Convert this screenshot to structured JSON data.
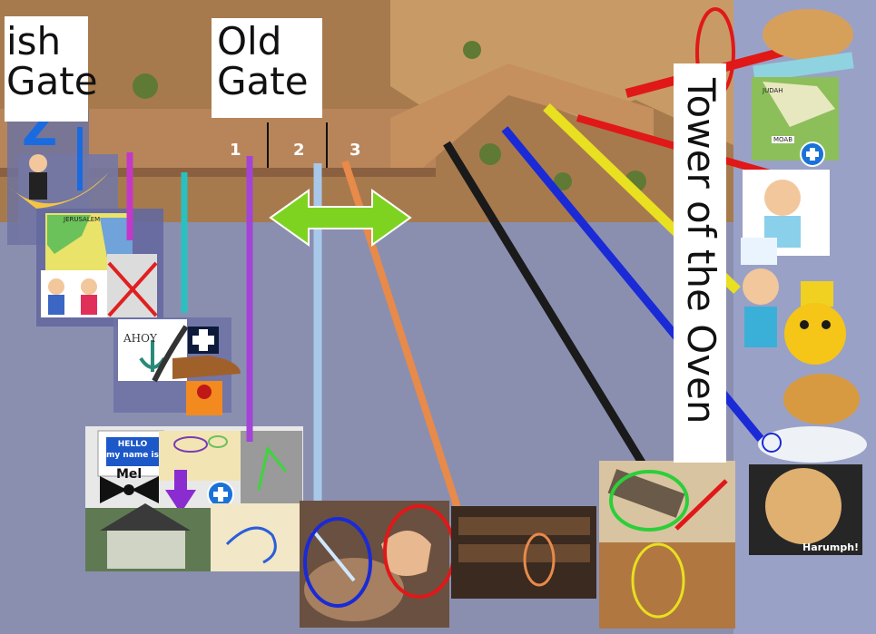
{
  "labels": {
    "fish_gate": "ish\nGate",
    "old_gate": "Old\nGate",
    "tower": "Tower of the Oven",
    "harumph": "Harumph!",
    "hello": "HELLO\nmy name is",
    "mel": "Mel",
    "ahoy": "AHOY",
    "jerusalem_map": "JERUSALEM",
    "moab": "MOAB",
    "judah": "JUDAH"
  },
  "numbers": [
    "1",
    "2",
    "3"
  ],
  "colors": {
    "background": "#8a8fb0",
    "wall": "#b8855a",
    "ground": "#a77a4e",
    "arrow": "#7ed321"
  }
}
